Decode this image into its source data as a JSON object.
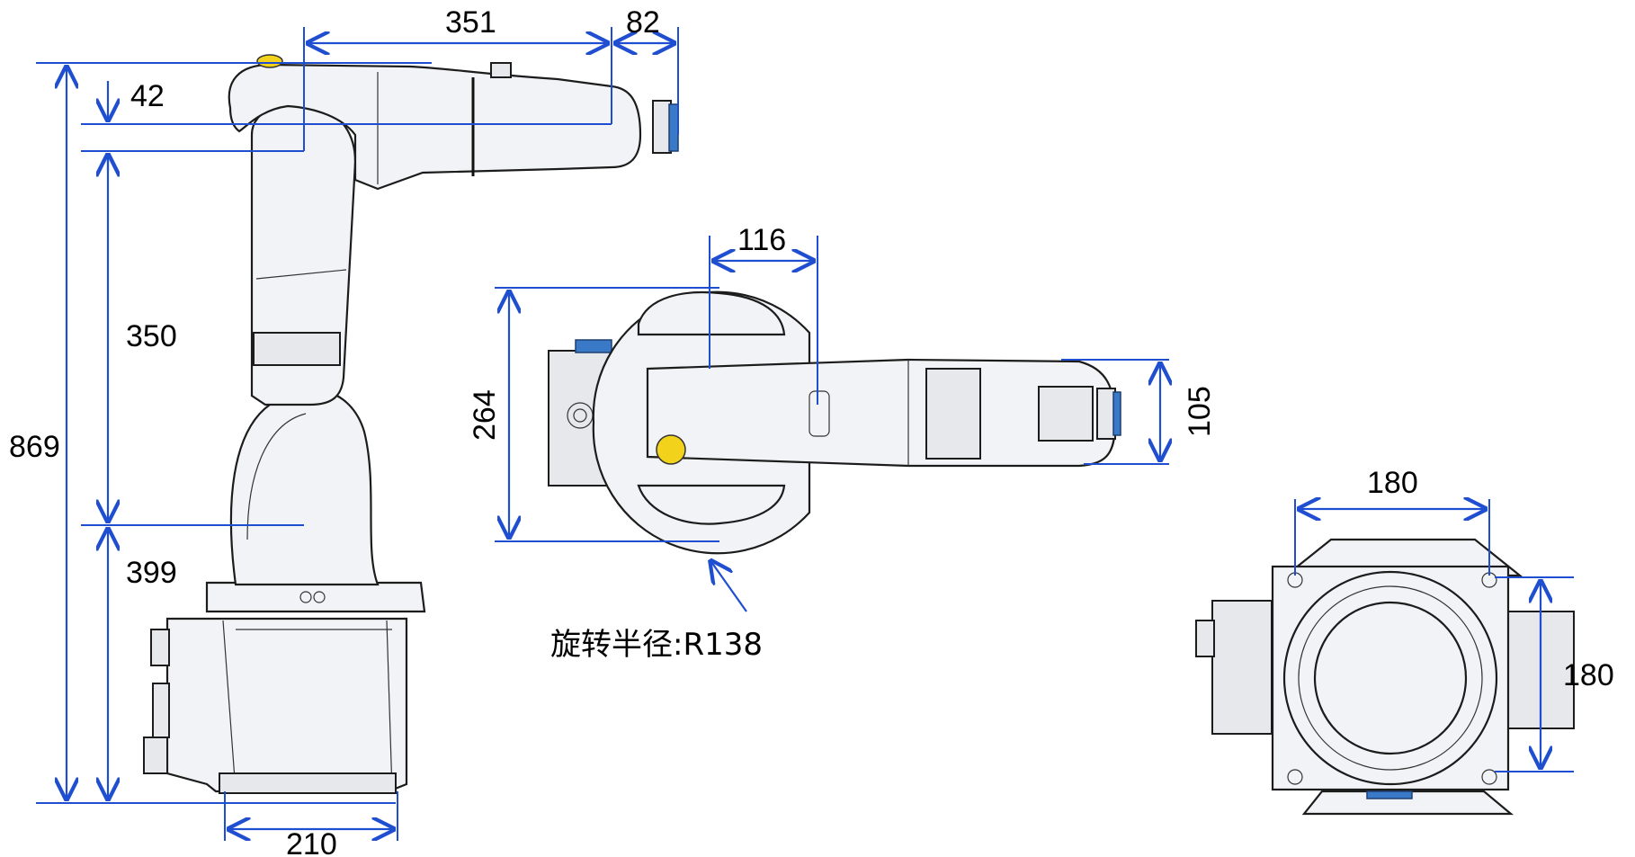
{
  "views": {
    "side": {
      "dimensions": {
        "top_reach": "351",
        "flange": "82",
        "offset": "42",
        "total_height": "869",
        "upper_arm": "350",
        "base_height": "399",
        "base_width": "210"
      }
    },
    "top": {
      "dimensions": {
        "offset": "116",
        "width": "264",
        "flange_height": "105"
      },
      "annotation": "旋转半径:R138"
    },
    "base": {
      "dimensions": {
        "hole_spacing_x": "180",
        "hole_spacing_y": "180"
      }
    }
  },
  "colors": {
    "dimension_line": "#1f4fd0",
    "body_fill": "#f2f3f6",
    "accent_blue": "#3a78c8",
    "accent_yellow": "#f2d21a"
  }
}
